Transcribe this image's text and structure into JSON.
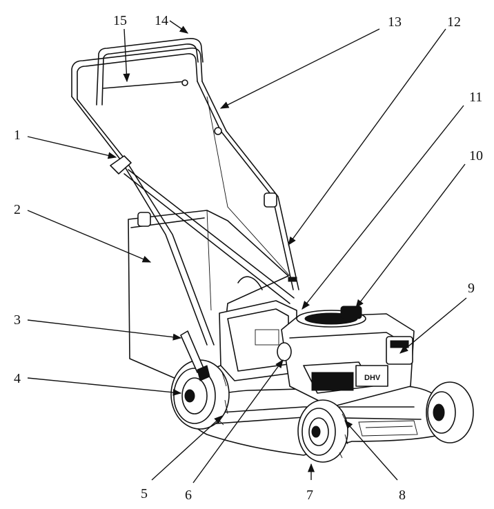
{
  "diagram": {
    "subject": "walk-behind lawn mower",
    "engine_brand_text": "DHV",
    "callouts": [
      "1",
      "2",
      "3",
      "4",
      "5",
      "6",
      "7",
      "8",
      "9",
      "10",
      "11",
      "12",
      "13",
      "14",
      "15"
    ]
  }
}
